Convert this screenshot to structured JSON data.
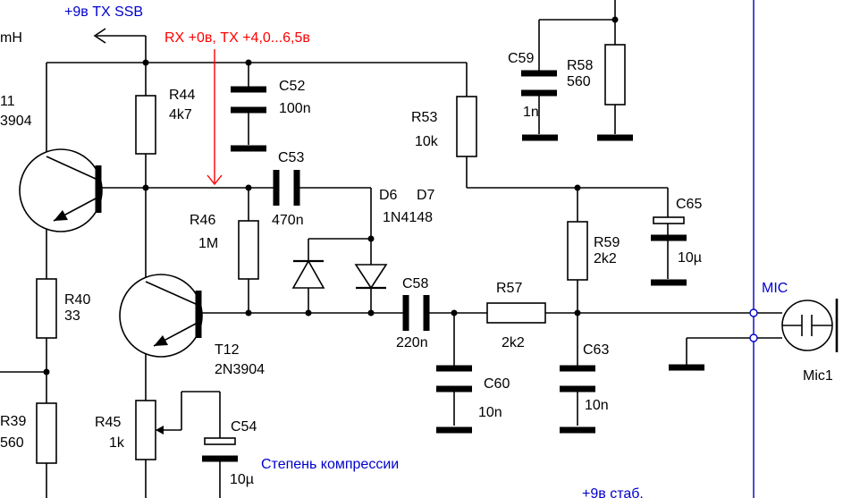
{
  "labels": {
    "supply_tx": "+9в TX SSB",
    "supply_stab": "+9в стаб.",
    "mh": "mH",
    "rx_tx": "RX +0в, TX +4,0...6,5в",
    "comp": "Степень компрессии",
    "mic": "MIC",
    "t11_ref": "11",
    "t11_val": "3904",
    "t12_ref": "T12",
    "t12_val": "2N3904",
    "d6": "D6",
    "d7": "D7",
    "d_val": "1N4148",
    "mic1": "Mic1"
  },
  "components": {
    "r44": {
      "ref": "R44",
      "val": "4k7"
    },
    "c52": {
      "ref": "C52",
      "val": "100n"
    },
    "r53": {
      "ref": "R53",
      "val": "10k"
    },
    "c59": {
      "ref": "C59",
      "val": "1n"
    },
    "r58": {
      "ref": "R58",
      "val": "560"
    },
    "c53": {
      "ref": "C53",
      "val": "470n"
    },
    "r46": {
      "ref": "R46",
      "val": "1M"
    },
    "c65": {
      "ref": "C65",
      "val": "10µ"
    },
    "r59": {
      "ref": "R59",
      "val": "2k2"
    },
    "c58": {
      "ref": "C58",
      "val": "220n"
    },
    "r57": {
      "ref": "R57",
      "val": "2k2"
    },
    "r40": {
      "ref": "R40",
      "val": "33"
    },
    "c60": {
      "ref": "C60",
      "val": "10n"
    },
    "c63": {
      "ref": "C63",
      "val": "10n"
    },
    "r39": {
      "ref": "R39",
      "val": "560"
    },
    "r45": {
      "ref": "R45",
      "val": "1k"
    },
    "c54": {
      "ref": "C54",
      "val": "10µ"
    }
  }
}
